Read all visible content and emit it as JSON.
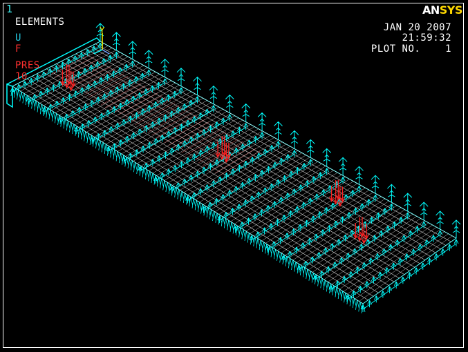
{
  "window": {
    "number": "1",
    "plot_type": "ELEMENTS"
  },
  "legend": {
    "u_label": "U",
    "f_label": "F",
    "pres_label": "PRES",
    "pres_value": "10"
  },
  "header": {
    "date": "JAN 20 2007",
    "time": "21:59:32",
    "plot_no_label": "PLOT NO.",
    "plot_no_value": "1"
  },
  "logo": {
    "text_an": "AN",
    "text_sys": "SYS"
  },
  "triad": {
    "axis_label": "Y"
  },
  "colors": {
    "background": "#000000",
    "frame": "#ffffff",
    "elements": "#ffffff",
    "constraints": "#00ffff",
    "forces": "#ff2020",
    "pressure": "#ff3030",
    "logo_sys": "#ffd800",
    "triad_y": "#ffff00"
  }
}
